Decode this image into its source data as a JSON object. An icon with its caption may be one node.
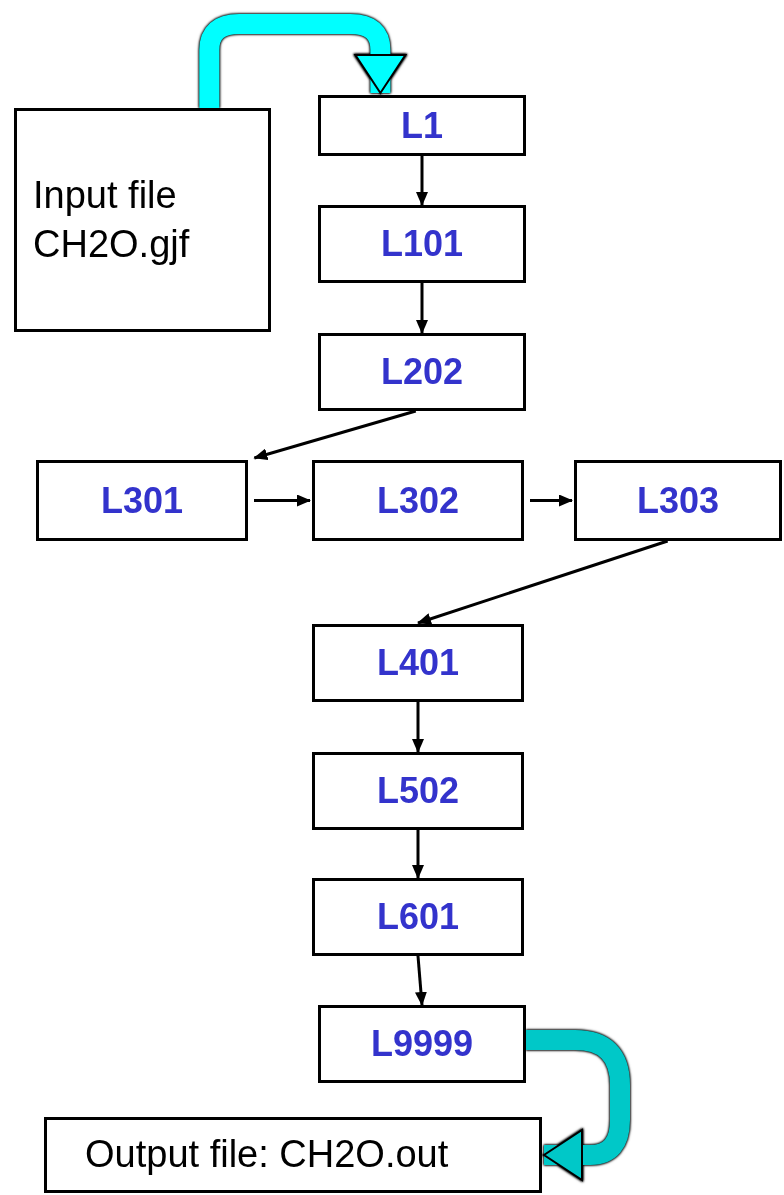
{
  "diagram": {
    "nodes": [
      {
        "text": [
          "Input file CH2O.gjf"
        ]
      },
      {
        "text": [
          "L1"
        ]
      },
      {
        "text": [
          "L101"
        ]
      },
      {
        "text": [
          "L202"
        ]
      },
      {
        "text": [
          "L301"
        ]
      },
      {
        "text": [
          "L302"
        ]
      },
      {
        "text": [
          "L303"
        ]
      },
      {
        "text": [
          "L401"
        ]
      },
      {
        "text": [
          "L502"
        ]
      },
      {
        "text": [
          "L601"
        ]
      },
      {
        "text": [
          "L9999"
        ]
      },
      {
        "text": [
          "Output file: CH2O.out"
        ]
      }
    ],
    "edges": [
      {
        "from": 0,
        "to": 1,
        "arrow": "to",
        "style": "thick",
        "color": "#00ffff"
      },
      {
        "from": 1,
        "to": 2,
        "arrow": "to"
      },
      {
        "from": 2,
        "to": 3,
        "arrow": "to"
      },
      {
        "from": 3,
        "to": 4,
        "arrow": "to"
      },
      {
        "from": 4,
        "to": 5,
        "arrow": "to"
      },
      {
        "from": 5,
        "to": 6,
        "arrow": "to"
      },
      {
        "from": 6,
        "to": 7,
        "arrow": "to"
      },
      {
        "from": 7,
        "to": 8,
        "arrow": "to"
      },
      {
        "from": 8,
        "to": 9,
        "arrow": "to"
      },
      {
        "from": 9,
        "to": 10,
        "arrow": "to"
      },
      {
        "from": 10,
        "to": 11,
        "arrow": "to",
        "style": "thick",
        "color": "#00c8c8"
      }
    ]
  }
}
